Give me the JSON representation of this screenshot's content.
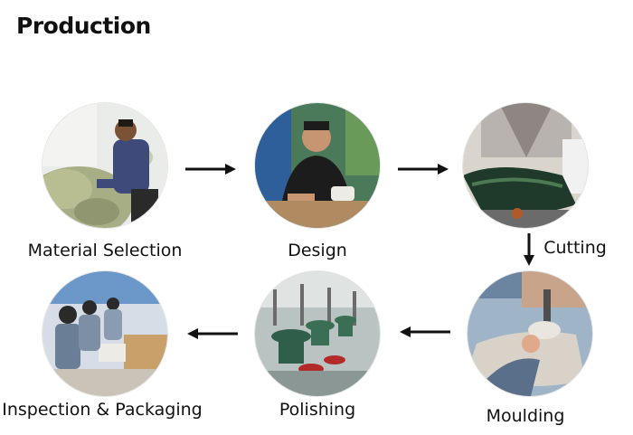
{
  "title": "Production",
  "steps": [
    {
      "label": "Material Selection",
      "icon": "material-selection-photo"
    },
    {
      "label": "Design",
      "icon": "design-photo"
    },
    {
      "label": "Cutting",
      "icon": "cutting-photo"
    },
    {
      "label": "Moulding",
      "icon": "moulding-photo"
    },
    {
      "label": "Polishing",
      "icon": "polishing-photo"
    },
    {
      "label": "Inspection & Packaging",
      "icon": "inspection-packaging-photo"
    }
  ],
  "colors": {
    "arrow": "#111111",
    "text": "#111111",
    "background": "#ffffff"
  }
}
